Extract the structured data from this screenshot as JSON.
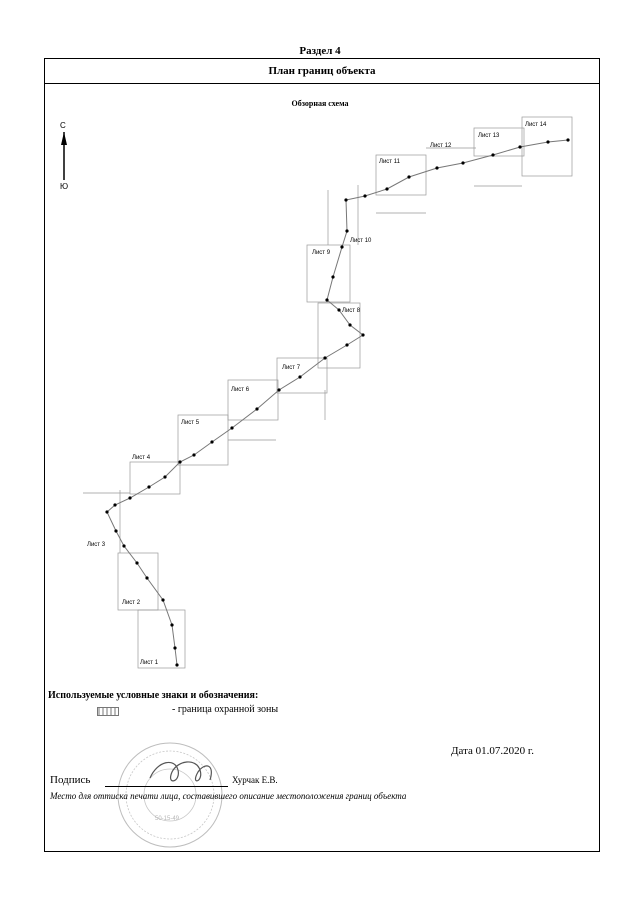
{
  "section": {
    "title": "Раздел 4"
  },
  "frame": {
    "header": "План границ объекта"
  },
  "scheme": {
    "title": "Обзорная схема",
    "north": {
      "top_label": "С",
      "bottom_label": "Ю"
    },
    "sheets": [
      "Лист 1",
      "Лист 2",
      "Лист 3",
      "Лист 4",
      "Лист 5",
      "Лист 6",
      "Лист 7",
      "Лист 8",
      "Лист 9",
      "Лист 10",
      "Лист 11",
      "Лист 12",
      "Лист 13",
      "Лист 14"
    ]
  },
  "legend": {
    "title": "Используемые условные знаки и обозначения:",
    "items": [
      {
        "symbol": "hatched-rectangle",
        "label": "- граница  охранной зоны"
      }
    ]
  },
  "date": "Дата 01.07.2020 г.",
  "signature": {
    "label": "Подпись",
    "name": "Хурчак Е.В.",
    "note": "Место для оттиска печати лица, составившего описание местоположения границ объекта",
    "stamp_id": "50-15-49"
  }
}
